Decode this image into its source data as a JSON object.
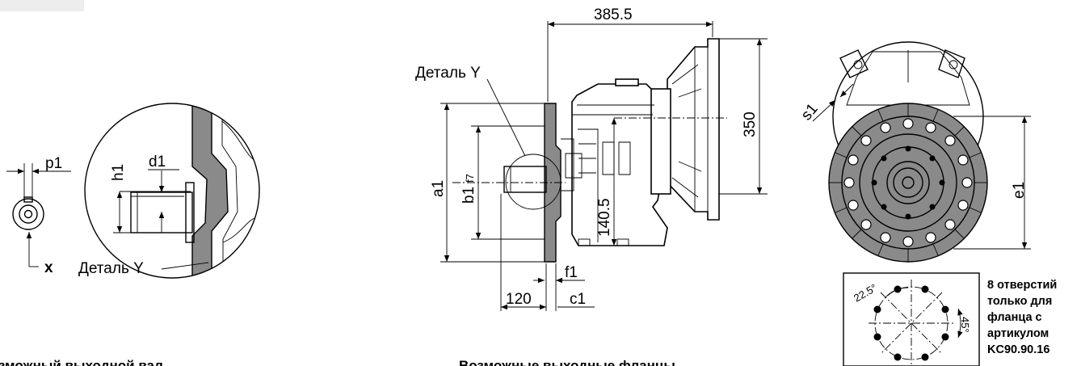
{
  "labels": {
    "dim_385": "385.5",
    "dim_350": "350",
    "dim_140": "140.5",
    "dim_120": "120",
    "a1": "a1",
    "b1": "b1",
    "b1_tol": "f7",
    "c1": "c1",
    "f1": "f1",
    "e1": "e1",
    "s1": "s1",
    "p1": "p1",
    "h1": "h1",
    "d1": "d1",
    "x": "x",
    "detail_top": "Деталь Y",
    "detail_zoom": "Деталь Y",
    "angle_22": "22.5°",
    "angle_45": "45°"
  },
  "captions": {
    "shaft": "зможный выходной вал",
    "flanges": "Возможные выходные фланцы"
  },
  "note": {
    "line1": "8 отверстий",
    "line2": "только для",
    "line3": "фланца с",
    "line4": "артикулом",
    "line5": "KC90.90.16"
  }
}
